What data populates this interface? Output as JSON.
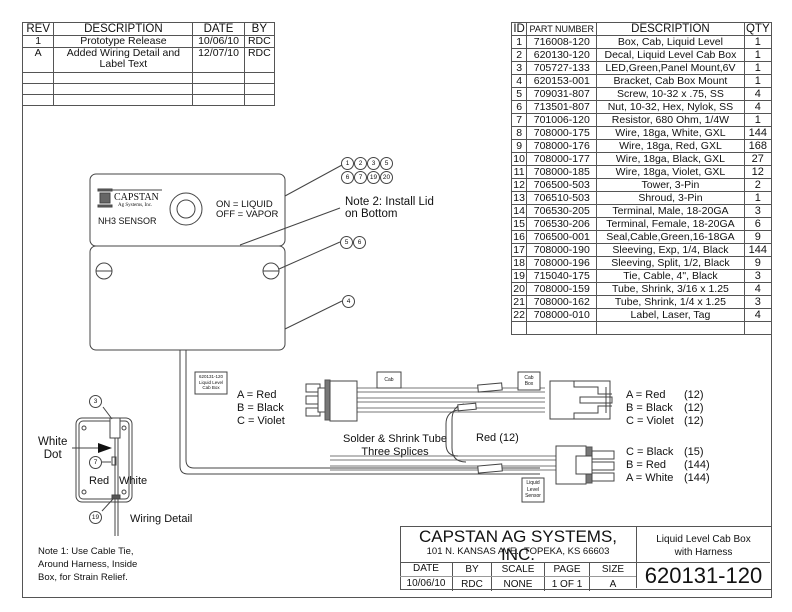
{
  "revision_table": {
    "headers": [
      "REV",
      "DESCRIPTION",
      "DATE",
      "BY"
    ],
    "rows": [
      {
        "rev": "1",
        "description": "Prototype Release",
        "date": "10/06/10",
        "by": "RDC"
      },
      {
        "rev": "A",
        "description": "Added Wiring Detail and Label Text",
        "date": "12/07/10",
        "by": "RDC"
      }
    ]
  },
  "bom": {
    "headers": [
      "ID",
      "PART NUMBER",
      "DESCRIPTION",
      "QTY"
    ],
    "rows": [
      {
        "id": "1",
        "part": "716008-120",
        "desc": "Box, Cab, Liquid Level",
        "qty": "1"
      },
      {
        "id": "2",
        "part": "620130-120",
        "desc": "Decal, Liquid Level Cab Box",
        "qty": "1"
      },
      {
        "id": "3",
        "part": "705727-133",
        "desc": "LED,Green,Panel Mount,6V",
        "qty": "1"
      },
      {
        "id": "4",
        "part": "620153-001",
        "desc": "Bracket, Cab Box Mount",
        "qty": "1"
      },
      {
        "id": "5",
        "part": "709031-807",
        "desc": "Screw, 10-32 x .75, SS",
        "qty": "4"
      },
      {
        "id": "6",
        "part": "713501-807",
        "desc": "Nut, 10-32, Hex, Nylok, SS",
        "qty": "4"
      },
      {
        "id": "7",
        "part": "701006-120",
        "desc": "Resistor, 680 Ohm, 1/4W",
        "qty": "1"
      },
      {
        "id": "8",
        "part": "708000-175",
        "desc": "Wire, 18ga, White, GXL",
        "qty": "144"
      },
      {
        "id": "9",
        "part": "708000-176",
        "desc": "Wire, 18ga, Red, GXL",
        "qty": "168"
      },
      {
        "id": "10",
        "part": "708000-177",
        "desc": "Wire, 18ga, Black, GXL",
        "qty": "27"
      },
      {
        "id": "11",
        "part": "708000-185",
        "desc": "Wire, 18ga, Violet, GXL",
        "qty": "12"
      },
      {
        "id": "12",
        "part": "706500-503",
        "desc": "Tower, 3-Pin",
        "qty": "2"
      },
      {
        "id": "13",
        "part": "706510-503",
        "desc": "Shroud, 3-Pin",
        "qty": "1"
      },
      {
        "id": "14",
        "part": "706530-205",
        "desc": "Terminal, Male, 18-20GA",
        "qty": "3"
      },
      {
        "id": "15",
        "part": "706530-206",
        "desc": "Terminal, Female, 18-20GA",
        "qty": "6"
      },
      {
        "id": "16",
        "part": "706500-001",
        "desc": "Seal,Cable,Green,16-18GA",
        "qty": "9"
      },
      {
        "id": "17",
        "part": "708000-190",
        "desc": "Sleeving, Exp, 1/4, Black",
        "qty": "144"
      },
      {
        "id": "18",
        "part": "708000-196",
        "desc": "Sleeving, Split, 1/2, Black",
        "qty": "9"
      },
      {
        "id": "19",
        "part": "715040-175",
        "desc": "Tie, Cable, 4\", Black",
        "qty": "3"
      },
      {
        "id": "20",
        "part": "708000-159",
        "desc": "Tube, Shrink, 3/16 x 1.25",
        "qty": "4"
      },
      {
        "id": "21",
        "part": "708000-162",
        "desc": "Tube, Shrink, 1/4 x 1.25",
        "qty": "3"
      },
      {
        "id": "22",
        "part": "708000-010",
        "desc": "Label, Laser, Tag",
        "qty": "4"
      }
    ]
  },
  "sensor_box": {
    "brand": "CAPSTAN",
    "brand_sub": "Ag Systems, Inc.",
    "sensor_label": "NH3 SENSOR",
    "on_text": "ON = LIQUID",
    "off_text": "OFF = VAPOR"
  },
  "balloons": {
    "group_top": [
      "1",
      "2",
      "3",
      "5",
      "6",
      "7",
      "19",
      "20"
    ],
    "group_screws": [
      "5",
      "6"
    ],
    "bracket": "4",
    "led": "3",
    "resistor": "7",
    "tie": "19"
  },
  "notes": {
    "note2_line1": "Note 2:  Install Lid",
    "note2_line2": "on Bottom",
    "note1_line1": "Note 1:  Use Cable Tie,",
    "note1_line2": "Around Harness, Inside",
    "note1_line3": "Box, for Strain Relief."
  },
  "harness": {
    "box_tag_line1": "620131-120",
    "box_tag_line2": "Liquid Level",
    "box_tag_line3": "Cab Box",
    "left_pins": [
      "A = Red",
      "B = Black",
      "C = Violet"
    ],
    "cab_tag": "Cab",
    "splice_line1": "Solder & Shrink Tube",
    "splice_line2": "Three Splices",
    "red_jumper": "Red (12)",
    "cab_box_tag_line1": "Cab",
    "cab_box_tag_line2": "Box",
    "right_top_pins": [
      {
        "pin": "A = Red",
        "len": "(12)"
      },
      {
        "pin": "B = Black",
        "len": "(12)"
      },
      {
        "pin": "C = Violet",
        "len": "(12)"
      }
    ],
    "right_bottom_pins": [
      {
        "pin": "C = Black",
        "len": "(15)"
      },
      {
        "pin": "B = Red",
        "len": "(144)"
      },
      {
        "pin": "A = White",
        "len": "(144)"
      }
    ],
    "sensor_tag_line1": "Liquid",
    "sensor_tag_line2": "Level",
    "sensor_tag_line3": "Sensor"
  },
  "wiring_detail": {
    "white_dot_line1": "White",
    "white_dot_line2": "Dot",
    "red": "Red",
    "white": "White",
    "title": "Wiring Detail"
  },
  "title_block": {
    "company": "CAPSTAN AG SYSTEMS, INC.",
    "address": "101 N. KANSAS AVE., TOPEKA, KS 66603",
    "title_line1": "Liquid Level Cab Box",
    "title_line2": "with Harness",
    "date_label": "DATE",
    "by_label": "BY",
    "scale_label": "SCALE",
    "page_label": "PAGE",
    "size_label": "SIZE",
    "date": "10/06/10",
    "by": "RDC",
    "scale": "NONE",
    "page": "1 OF 1",
    "size": "A",
    "drawing_number": "620131-120"
  }
}
